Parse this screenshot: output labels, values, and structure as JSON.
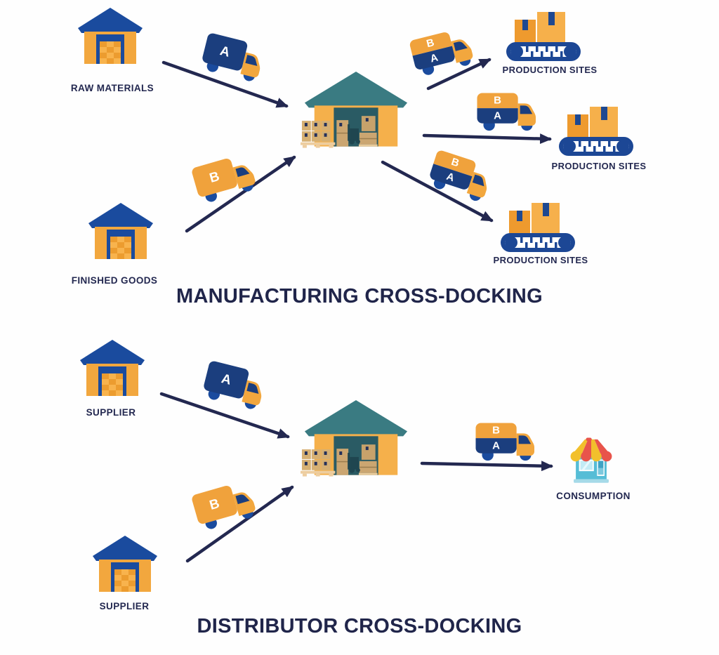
{
  "palette": {
    "orange": "#F2A73E",
    "orange_light": "#F8B34D",
    "orange_dark": "#EC9C2F",
    "blue": "#1A4B9E",
    "navy_truck": "#1B3E7E",
    "ink": "#232850",
    "hub_roof_teal": "#3A7B82",
    "hub_interior_teal": "#2A5B64",
    "hub_body": "#F5B04B",
    "crate_tan": "#D6B073",
    "pallet_wood": "#EDCD9F",
    "conveyor_blue": "#1C4795",
    "store_red": "#E8544B",
    "store_yellow": "#F2C02C",
    "store_body": "#56BDD6"
  },
  "icons": {
    "warehouse-icon": "blue-roof orange warehouse with shutter door",
    "hub-warehouse-icon": "teal-roof cross-dock warehouse with pallets and forklift",
    "truck-icon": "box truck, letter label on cargo",
    "conveyor-icon": "conveyor belt with two boxes",
    "store-icon": "shop with striped awning",
    "flow-arrow": "dark navy straight arrow"
  },
  "manufacturing": {
    "title": "MANUFACTURING CROSS-DOCKING",
    "sources": [
      {
        "label": "RAW MATERIALS",
        "truck_letter": "A"
      },
      {
        "label": "FINISHED GOODS",
        "truck_letter": "B"
      }
    ],
    "destinations": [
      {
        "label": "PRODUCTION SITES"
      },
      {
        "label": "PRODUCTION SITES"
      },
      {
        "label": "PRODUCTION SITES"
      }
    ],
    "outbound_truck": {
      "top_letter": "B",
      "bottom_letter": "A"
    }
  },
  "distributor": {
    "title": "DISTRIBUTOR CROSS-DOCKING",
    "sources": [
      {
        "label": "SUPPLIER",
        "truck_letter": "A"
      },
      {
        "label": "SUPPLIER",
        "truck_letter": "B"
      }
    ],
    "destination": {
      "label": "CONSUMPTION"
    },
    "outbound_truck": {
      "top_letter": "B",
      "bottom_letter": "A"
    }
  }
}
